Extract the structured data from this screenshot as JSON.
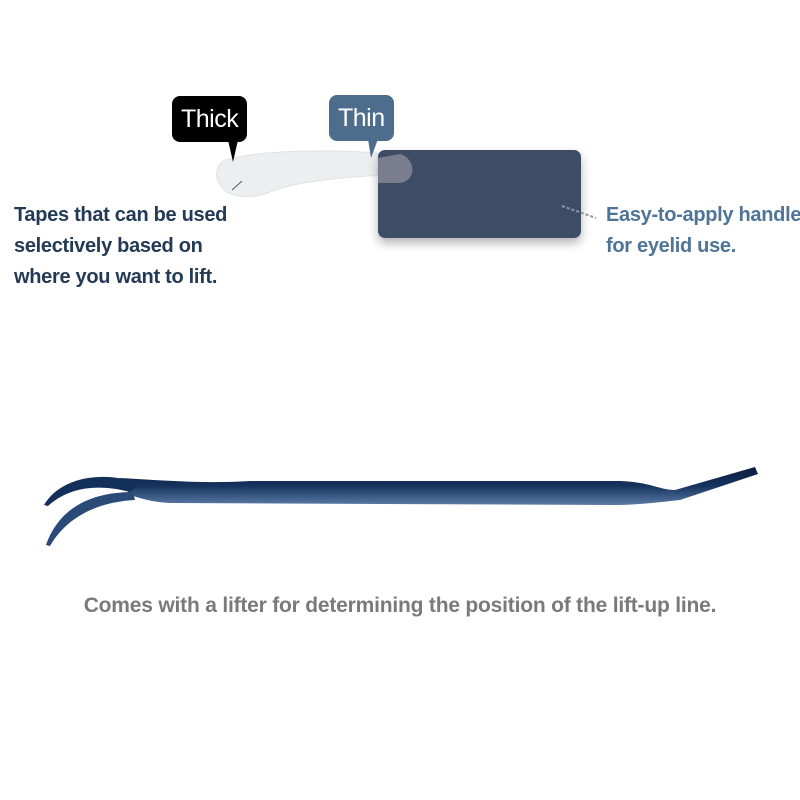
{
  "labels": {
    "thick": "Thick",
    "thin": "Thin"
  },
  "tape_description": "Tapes that can be used selectively based on where you want to lift.",
  "handle_description": "Easy-to-apply handle for eyelid use.",
  "lifter_caption": "Comes with a lifter for determining the position of the lift-up line.",
  "colors": {
    "thick_badge": "#000000",
    "thin_badge": "#4e6d8c",
    "handle": "#3d4e66",
    "left_text": "#233a56",
    "right_text": "#4e7497",
    "caption": "#7a7a7a",
    "lifter": "#0f2547"
  }
}
